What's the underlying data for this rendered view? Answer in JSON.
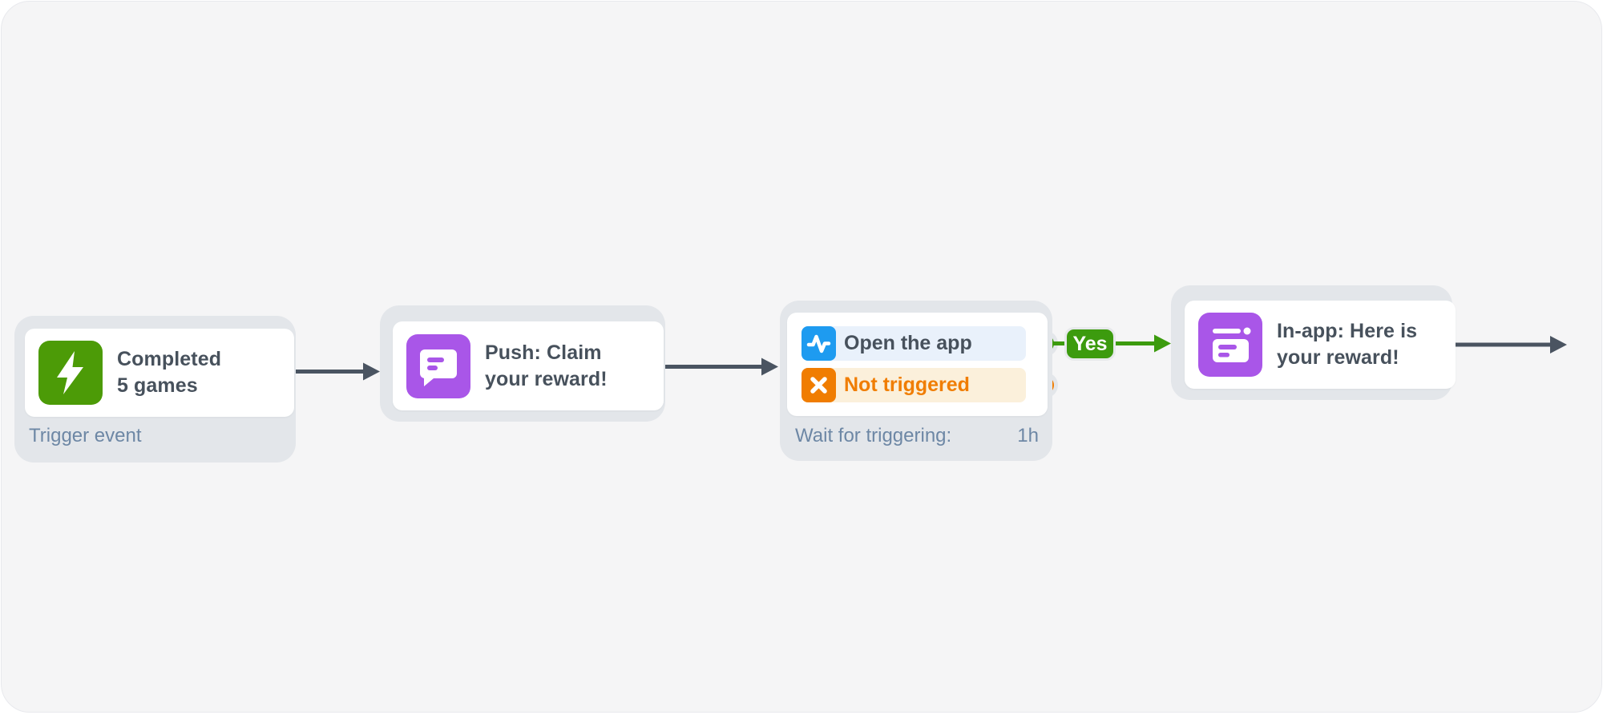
{
  "canvas": {
    "background": "#F5F5F6"
  },
  "colors": {
    "trigger_green": "#4C9B07",
    "message_purple": "#A956E8",
    "activity_blue": "#1E9BF0",
    "alert_orange": "#F07D01",
    "edge_dark": "#4A5461",
    "flow_green": "#3C9B0E",
    "label_blue_gray": "#6D87A5",
    "row_open_bg": "#E9F1FB",
    "row_not_bg": "#FBF0DB",
    "node_container_bg": "#E3E6EA"
  },
  "nodes": {
    "trigger": {
      "title": "Completed\n5 games",
      "label": "Trigger event"
    },
    "push": {
      "title": "Push: Claim\nyour reward!"
    },
    "wait": {
      "row_open": "Open the app",
      "row_not_triggered": "Not triggered",
      "footer_label": "Wait for triggering:",
      "footer_value": "1h"
    },
    "inapp": {
      "title": "In-app: Here is\nyour reward!"
    }
  },
  "edges": {
    "yes_label": "Yes"
  }
}
